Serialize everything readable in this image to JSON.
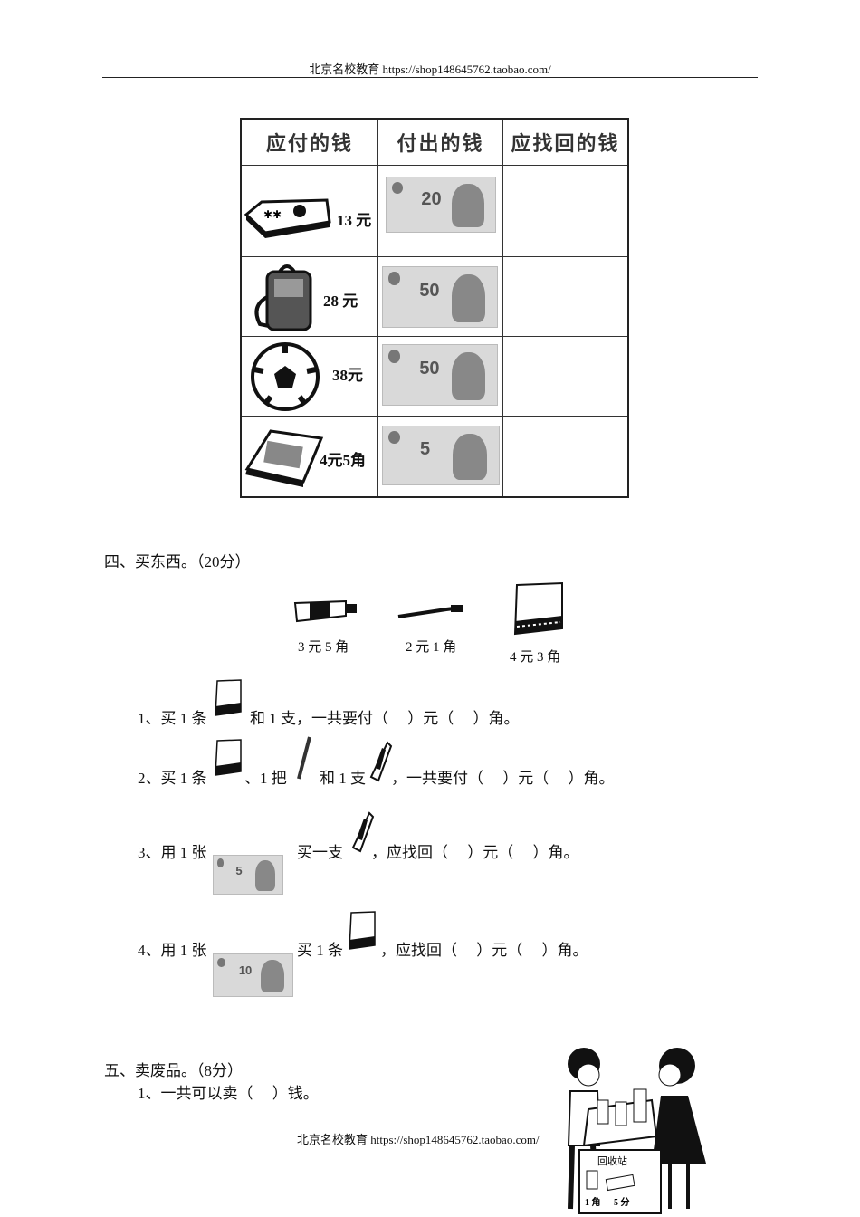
{
  "header": {
    "text": "北京名校教育 https://shop148645762.taobao.com/"
  },
  "table": {
    "headers": [
      "应付的钱",
      "付出的钱",
      "应找回的钱"
    ],
    "rows": [
      {
        "item_icon": "game-controller-icon",
        "price": "13 元",
        "paid_note": "20",
        "change": ""
      },
      {
        "item_icon": "backpack-icon",
        "price": "28 元",
        "paid_note": "50",
        "change": ""
      },
      {
        "item_icon": "soccer-ball-icon",
        "price": "38元",
        "paid_note": "50",
        "change": ""
      },
      {
        "item_icon": "book-icon",
        "price": "4元5角",
        "paid_note": "5",
        "change": ""
      }
    ]
  },
  "section4": {
    "title": "四、买东西。（20分）",
    "items": [
      {
        "icon": "toothpaste-icon",
        "price": "3 元 5 角"
      },
      {
        "icon": "toothbrush-icon",
        "price": "2 元 1 角"
      },
      {
        "icon": "towel-icon",
        "price": "4 元 3 角"
      }
    ],
    "q1": {
      "a": "1、买 1 条",
      "b": "和 1 支，一共要付（　 ）元（　 ）角。"
    },
    "q2": {
      "a": "2、买 1 条",
      "b": "、1 把",
      "c": "和 1 支",
      "d": "，一共要付（　 ）元（　 ）角。"
    },
    "q3": {
      "a": "3、用 1 张",
      "note": "5",
      "b": "买一支",
      "c": "，应找回（　 ）元（　 ）角。"
    },
    "q4": {
      "a": "4、用 1 张",
      "note": "10",
      "b": "买 1 条",
      "c": "，应找回（　 ）元（　 ）角。"
    }
  },
  "section5": {
    "title": "五、卖废品。（8分）",
    "q1": "1、一共可以卖（　 ）钱。",
    "illustration": {
      "sign": "回收站",
      "price_jar": "1 角",
      "price_bottle": "5 分"
    }
  },
  "footer": {
    "text": "北京名校教育 https://shop148645762.taobao.com/"
  }
}
